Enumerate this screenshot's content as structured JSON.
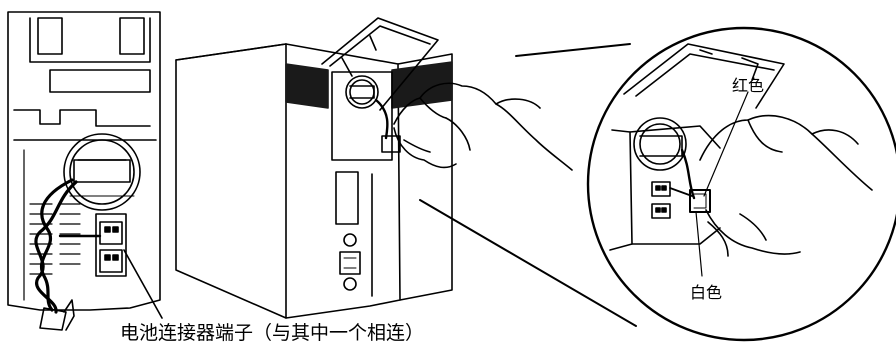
{
  "labels": {
    "connector_terminal": "电池连接器端子（与其中一个相连）",
    "red_wire": "红色",
    "white_wire": "白色"
  },
  "colors": {
    "line": "#000000",
    "background": "#ffffff",
    "dark_band": "#1a1a1a"
  },
  "icons": {
    "battery_holder": "battery-holder-icon",
    "battery_connector": "battery-connector-icon",
    "hand": "hand-icon",
    "magnifier_circle": "magnified-detail-circle"
  }
}
